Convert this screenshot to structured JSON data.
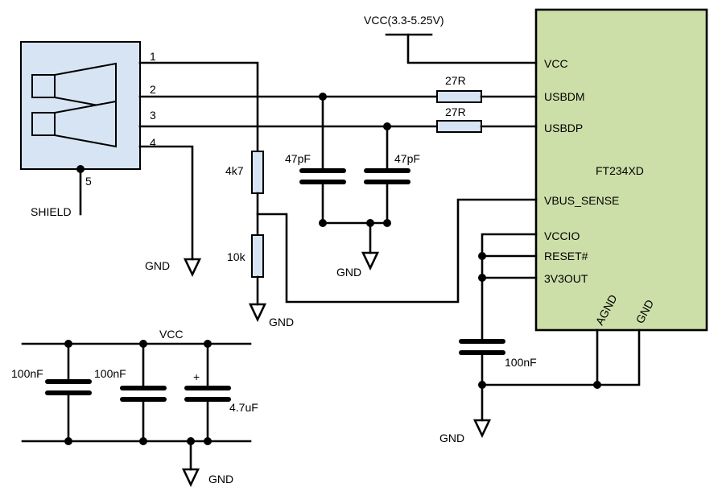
{
  "colors": {
    "chip_fill": "#cddfa8",
    "connector_fill": "#d6e4f3",
    "resistor_fill": "#d6e4f3",
    "wire": "#000000"
  },
  "power": {
    "vcc_supply": "VCC(3.3-5.25V)",
    "vcc_net": "VCC",
    "gnd": "GND",
    "shield": "SHIELD"
  },
  "connector": {
    "icon": "usb-connector-icon",
    "pins": [
      "1",
      "2",
      "3",
      "4",
      "5"
    ]
  },
  "chip": {
    "name": "FT234XD",
    "pins": {
      "vcc": "VCC",
      "usbdm": "USBDM",
      "usbdp": "USBDP",
      "vbus_sense": "VBUS_SENSE",
      "vccio": "VCCIO",
      "reset": "RESET#",
      "v3out": "3V3OUT",
      "agnd": "AGND",
      "gnd": "GND"
    }
  },
  "components": {
    "r_dm": "27R",
    "r_dp": "27R",
    "r_top": "4k7",
    "r_bottom": "10k",
    "c_dm": "47pF",
    "c_dp": "47pF",
    "c_3v3": "100nF",
    "c_dec1": "100nF",
    "c_dec2": "100nF",
    "c_bulk": "4.7uF",
    "polarity": "+"
  }
}
